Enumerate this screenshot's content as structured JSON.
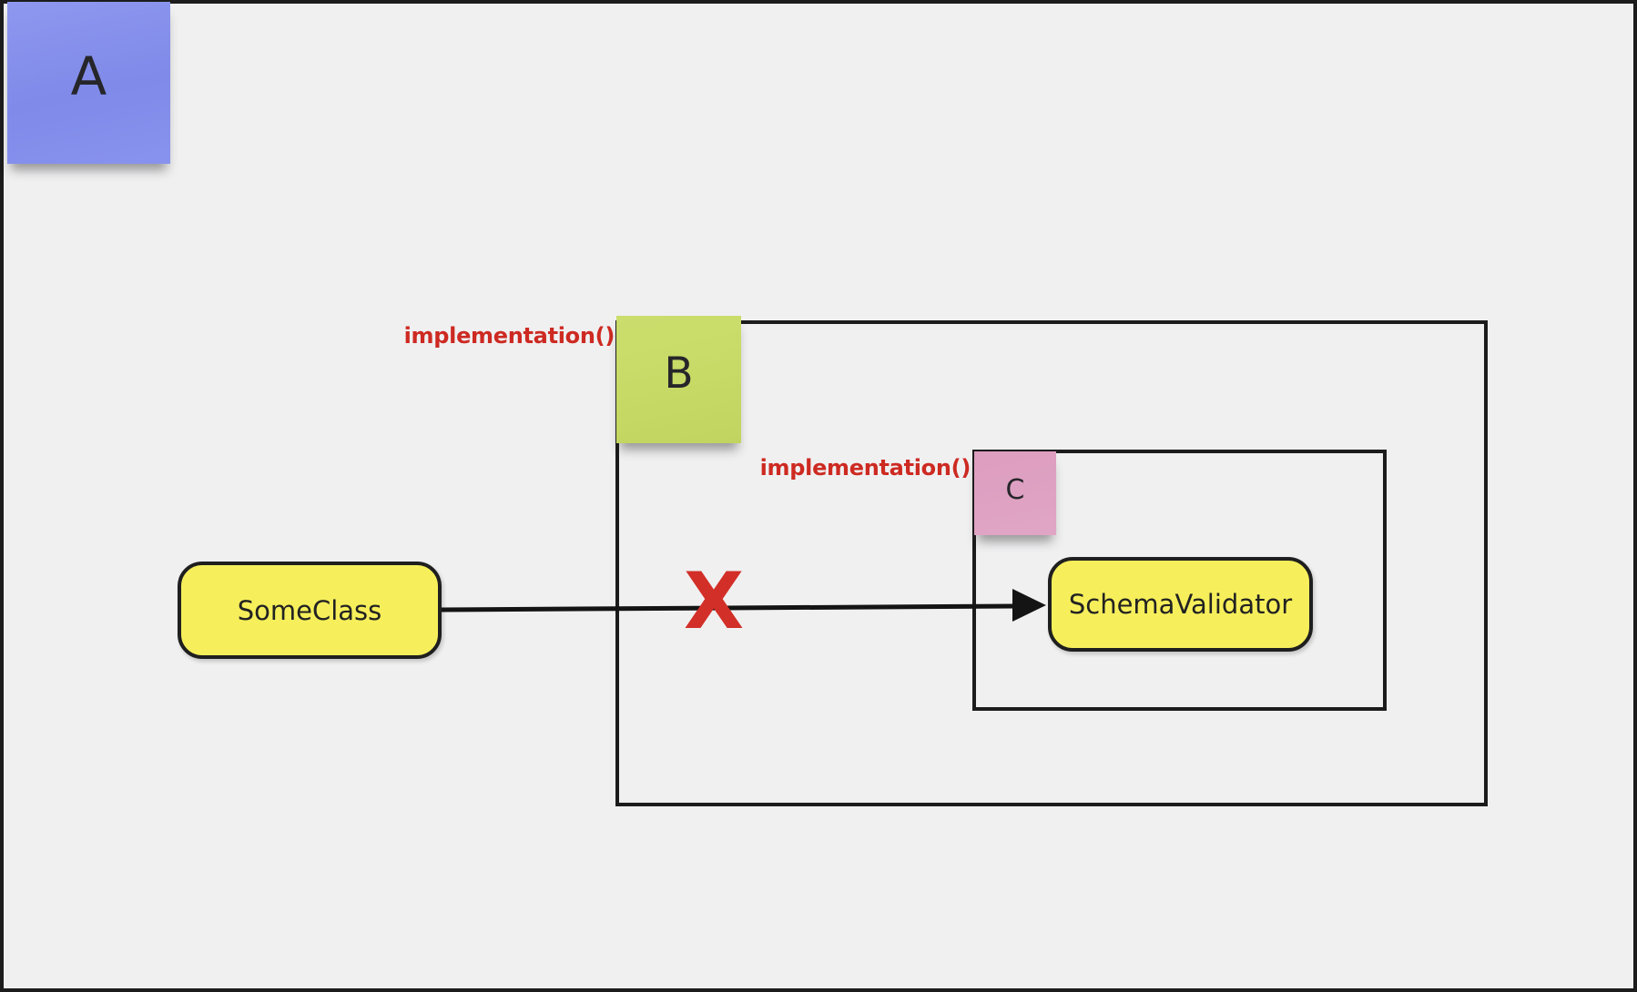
{
  "canvas": {
    "background": "#f0f0f1",
    "frame_border_color": "#1c1c1c"
  },
  "notes": {
    "a": {
      "label": "A",
      "color_top": "#8e98ef",
      "color_bottom": "#8893ee"
    },
    "b": {
      "label": "B",
      "color_top": "#cbdd6c",
      "color_bottom": "#c2d460"
    },
    "c": {
      "label": "C",
      "color_top": "#dd9dbf",
      "color_bottom": "#e0a5c5"
    }
  },
  "frames": {
    "outer": {
      "annotation": "implementation()"
    },
    "inner": {
      "annotation": "implementation()"
    }
  },
  "nodes": {
    "source": {
      "label": "SomeClass",
      "fill": "#f6ef5b",
      "border": "#1f1f1f"
    },
    "target": {
      "label": "SchemaValidator",
      "fill": "#f6ef5b",
      "border": "#1f1f1f"
    }
  },
  "arrow": {
    "marker": "X",
    "marker_color": "#d22f28",
    "line_color": "#141414",
    "annotation_color": "#cd2a22"
  }
}
